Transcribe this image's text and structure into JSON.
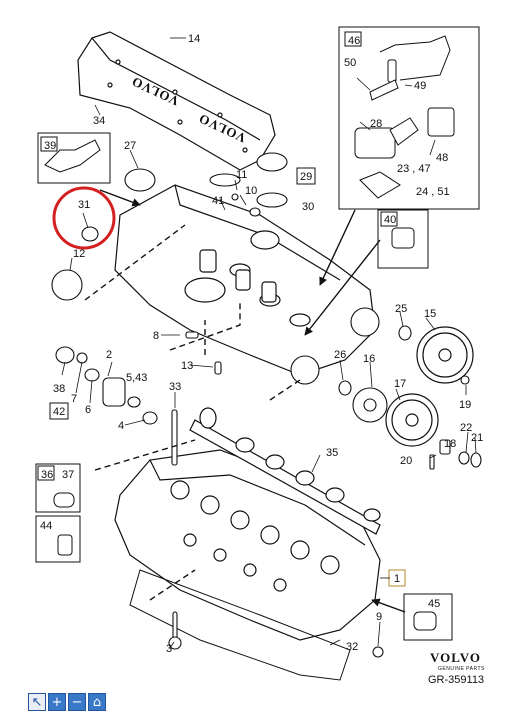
{
  "callouts": {
    "n1": "1",
    "n2": "2",
    "n3": "3",
    "n4": "4",
    "n5": "5,43",
    "n6": "6",
    "n7": "7",
    "n8": "8",
    "n9": "9",
    "n10": "10",
    "n11": "11",
    "n12": "12",
    "n13": "13",
    "n14": "14",
    "n15": "15",
    "n16": "16",
    "n17": "17",
    "n18": "18",
    "n19": "19",
    "n20": "20",
    "n21": "21",
    "n22": "22",
    "n23": "23 , 47",
    "n24": "24 , 51",
    "n25": "25",
    "n26": "26",
    "n27": "27",
    "n28": "28",
    "n29": "29",
    "n30": "30",
    "n31": "31",
    "n32": "32",
    "n33": "33",
    "n34": "34",
    "n35": "35",
    "n36": "36",
    "n37": "37",
    "n38": "38",
    "n39": "39",
    "n40": "40",
    "n41": "41",
    "n42": "42",
    "n44": "44",
    "n45": "45",
    "n46": "46",
    "n48": "48",
    "n49": "49",
    "n50": "50"
  },
  "cover_lettering": "VOLVO",
  "brand": {
    "name": "VOLVO",
    "subtitle": "GENUINE PARTS",
    "reference": "GR-359113"
  },
  "highlight_color": "#d42020",
  "toolbar": {
    "buttons": [
      {
        "icon": "cursor-icon",
        "glyph": "↖"
      },
      {
        "icon": "zoom-in-icon",
        "glyph": "+"
      },
      {
        "icon": "zoom-out-icon",
        "glyph": "−"
      },
      {
        "icon": "home-icon",
        "glyph": "⌂"
      }
    ]
  }
}
